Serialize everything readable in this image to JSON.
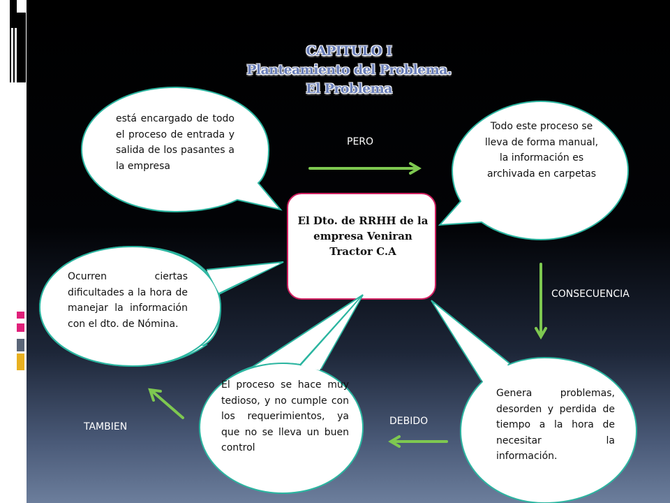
{
  "title": {
    "line1": "CAPITULO I",
    "line2": "Planteamiento del Problema.",
    "line3": "El Problema"
  },
  "center": {
    "text": "El Dto. de RRHH de la empresa Veniran Tractor C.A"
  },
  "bubbles": {
    "top_left": "está encargado de todo el proceso de entrada y salida de los pasantes a la empresa",
    "top_right": "Todo este proceso se lleva de forma manual, la información es archivada en carpetas",
    "middle_left": "Ocurren ciertas dificultades a la hora de manejar la información con el dto. de Nómina.",
    "bottom_middle": "El proceso se hace muy tedioso, y no cumple con los requerimientos, ya que no se lleva un buen control",
    "bottom_right": "Genera problemas, desorden y perdida de tiempo a la hora de necesitar la información."
  },
  "connectors": {
    "pero": "PERO",
    "consecuencia": "CONSECUENCIA",
    "debido": "DEBIDO",
    "tambien": "TAMBIEN"
  },
  "colors": {
    "bubble_fill": "#ffffff",
    "bubble_border": "#2bb5a0",
    "center_border": "#d02060",
    "arrow": "#7ec850",
    "title": "#6b7fb8"
  }
}
